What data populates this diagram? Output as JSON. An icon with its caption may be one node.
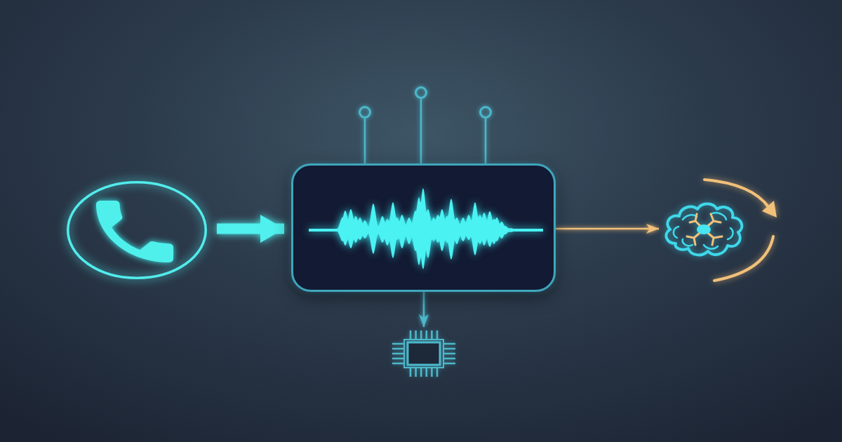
{
  "diagram": {
    "nodes": [
      {
        "text": [],
        "shape": "circle"
      },
      {
        "text": [],
        "shape": "circle"
      },
      {
        "text": [],
        "shape": "circle"
      },
      {
        "text": [],
        "shape": "circle"
      },
      {
        "text": [],
        "shape": "box"
      },
      {
        "text": [],
        "shape": "picture"
      },
      {
        "text": [],
        "shape": "picture"
      }
    ],
    "edges": [
      {
        "from": 3,
        "to": 4,
        "arrow": "to",
        "style": "thick",
        "color": "#4ff0ee"
      },
      {
        "from": 4,
        "to": 0,
        "arrow": "none"
      },
      {
        "from": 4,
        "to": 1,
        "arrow": "none"
      },
      {
        "from": 4,
        "to": 2,
        "arrow": "none"
      },
      {
        "from": 4,
        "to": 5,
        "arrow": "to",
        "color": "#f2c07a"
      },
      {
        "from": 4,
        "to": 6,
        "arrow": "to"
      }
    ]
  }
}
